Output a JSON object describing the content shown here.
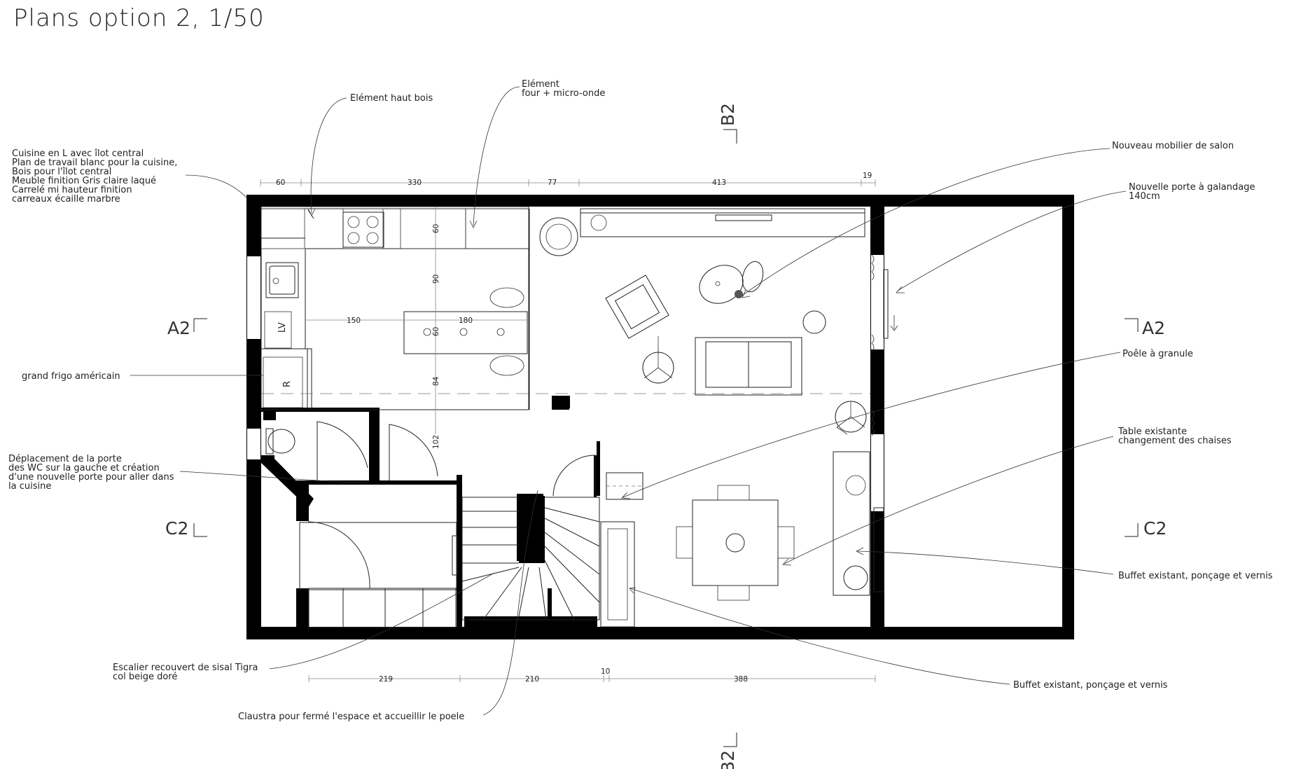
{
  "title": "Plans option 2, 1/50",
  "annotations": {
    "element_haut_bois": "Elément haut bois",
    "element_four_1": "Elément",
    "element_four_2": "four + micro-onde",
    "cuisine_1": "Cuisine en L avec îlot central",
    "cuisine_2": "Plan de travail blanc pour la cuisine,",
    "cuisine_3": "Bois pour l'îlot central",
    "cuisine_4": "Meuble finition Gris claire laqué",
    "cuisine_5": "Carrelé mi hauteur finition",
    "cuisine_6": "carreaux écaille marbre",
    "frigo": "grand frigo américain",
    "wc_1": "Déplacement de la porte",
    "wc_2": "des WC sur la gauche et création",
    "wc_3": "d'une nouvelle porte pour aller dans",
    "wc_4": "la cuisine",
    "escalier_1": "Escalier recouvert de sisal Tigra",
    "escalier_2": "col beige doré",
    "claustra": "Claustra pour fermé l'espace et accueillir le poele",
    "salon": "Nouveau mobilier de salon",
    "porte_1": "Nouvelle porte à galandage",
    "porte_2": "140cm",
    "poele": "Poêle à granule",
    "table_1": "Table existante",
    "table_2": "changement des chaises",
    "buffet_right": "Buffet existant, ponçage et vernis",
    "buffet_bottom": "Buffet existant, ponçage et vernis"
  },
  "dimensions": {
    "top": [
      "60",
      "330",
      "77",
      "413",
      "19"
    ],
    "bottom": [
      "219",
      "210",
      "10",
      "388"
    ],
    "kitchen_v1": "60",
    "kitchen_v2": "90",
    "kitchen_v3": "60",
    "kitchen_v4": "84",
    "kitchen_v5": "102",
    "island_1": "150",
    "island_2": "180"
  },
  "sections": {
    "a2": "A2",
    "b2": "B2",
    "c2": "C2"
  },
  "labels": {
    "lv": "LV",
    "r": "R"
  }
}
